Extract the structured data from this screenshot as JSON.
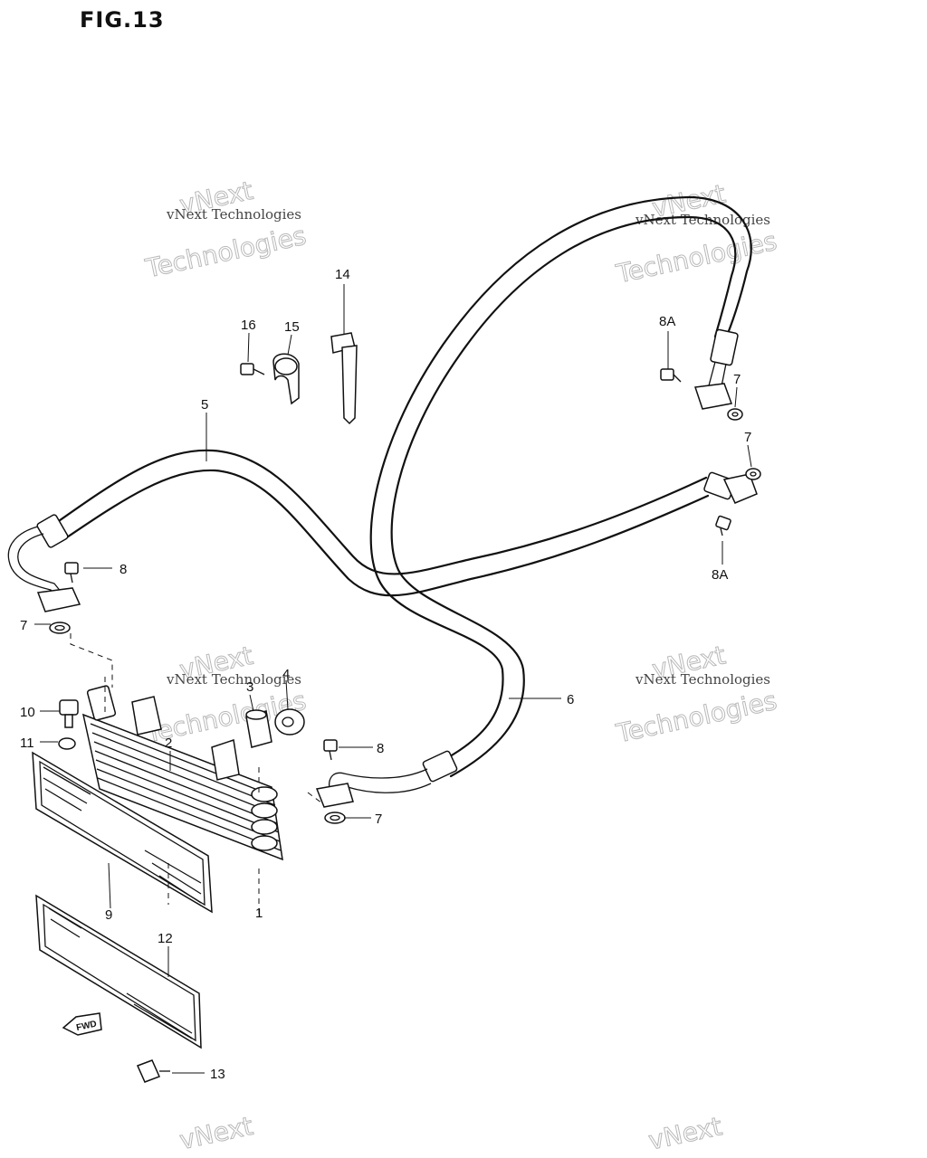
{
  "figure": {
    "title": "FIG.13"
  },
  "callouts": {
    "c1": "1",
    "c2": "2",
    "c3": "3",
    "c4": "4",
    "c5": "5",
    "c6": "6",
    "c7a": "7",
    "c7b": "7",
    "c7c": "7",
    "c7d": "7",
    "c8a": "8",
    "c8b": "8",
    "c8A_top": "8A",
    "c8A_bottom": "8A",
    "c9": "9",
    "c10": "10",
    "c11": "11",
    "c12": "12",
    "c13": "13",
    "c14": "14",
    "c15": "15",
    "c16": "16"
  },
  "watermark": {
    "line1": "vNext",
    "line2": "vNext Technologies",
    "line3": "Technologies"
  },
  "fwd_arrow": {
    "label": "FWD"
  }
}
